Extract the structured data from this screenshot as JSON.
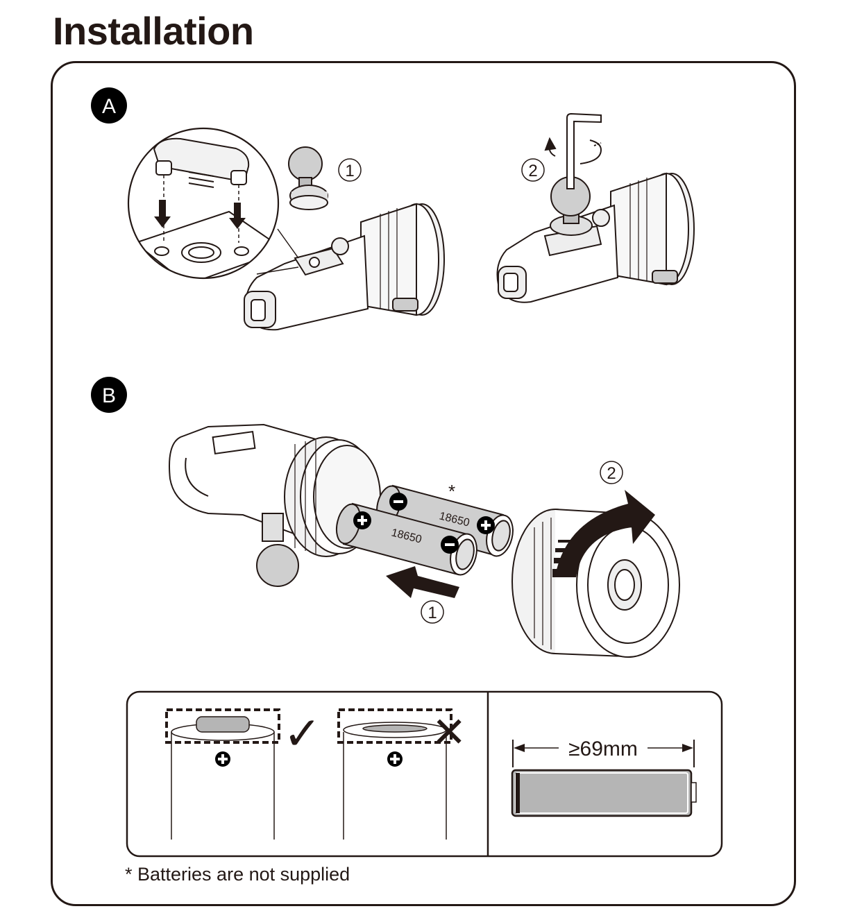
{
  "page": {
    "title": "Installation",
    "footnote": "* Batteries are not supplied"
  },
  "section_a": {
    "badge": "A",
    "step_1": "1",
    "step_2": "2"
  },
  "section_b": {
    "badge": "B",
    "step_1": "1",
    "step_2": "2",
    "battery_asterisk": "*",
    "battery_label_1": "18650",
    "battery_label_2": "18650"
  },
  "battery_terminal_check": {
    "correct_mark": "✓",
    "wrong_mark": "✕",
    "length_label": "≥69mm"
  },
  "colors": {
    "ink": "#231815",
    "battery_fill": "#b5b5b5",
    "part_fill": "#e6e6e6"
  }
}
